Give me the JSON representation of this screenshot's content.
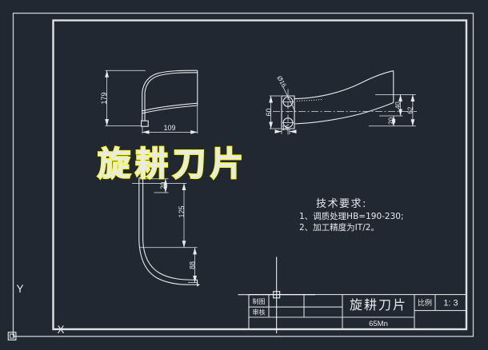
{
  "app": {
    "background": "#222831",
    "line_color": "#e7eaee",
    "border_color": "#ccd1d6",
    "cursor_color": "#ffffff"
  },
  "overlay_title": {
    "text": "旋耕刀片",
    "fill_color": "#ff1e00",
    "outline_color": "#ffff00"
  },
  "views": {
    "front": {
      "dim_height": "179",
      "dim_width": "109"
    },
    "side": {
      "hole_label": "Ø16",
      "dim_shank_height": "60",
      "dim_hole_offset": "15",
      "dim_tip_upper": "40",
      "dim_tip_lower": "20",
      "dim_tip_total": "62"
    },
    "profile": {
      "dim_top": "20",
      "dim_shank": "125",
      "dim_bend": "88"
    }
  },
  "tech_requirements": {
    "heading": "技术要求:",
    "items": [
      "1、调质处理HB=190-230;",
      "2、加工精度为IT/2。"
    ]
  },
  "title_block": {
    "drafter_label": "制图",
    "checker_label": "审核",
    "part_name": "旋耕刀片",
    "material": "65Mn",
    "scale_label": "比例",
    "scale_value": "1: 3"
  },
  "ucs_icon": {
    "x_label": "X",
    "y_label": "Y"
  }
}
